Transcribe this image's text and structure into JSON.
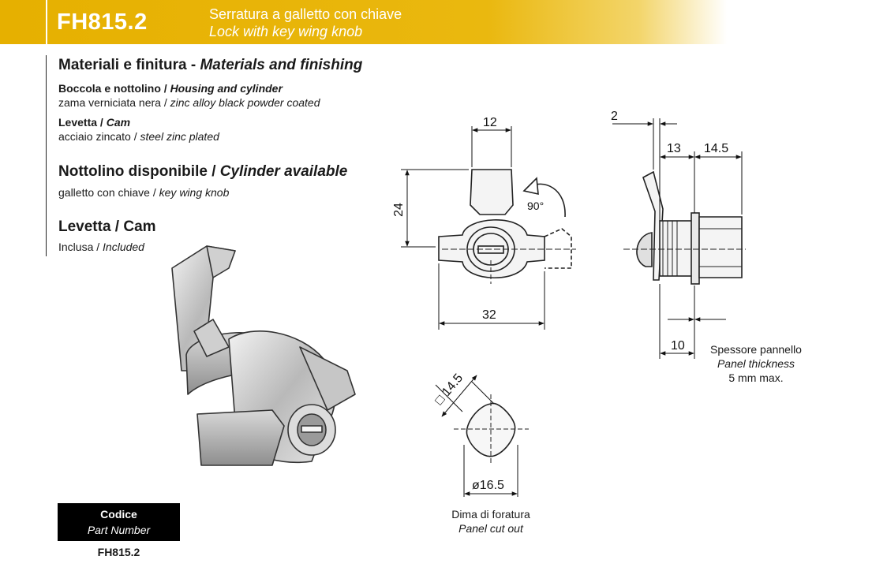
{
  "header": {
    "code": "FH815.2",
    "title_it": "Serratura a galletto con chiave",
    "title_en": "Lock with key wing knob"
  },
  "materials": {
    "heading_it": "Materiali e finitura - ",
    "heading_en": "Materials and finishing",
    "housing_label_it": "Boccola e nottolino / ",
    "housing_label_en": "Housing and cylinder",
    "housing_value_it": "zama verniciata nera / ",
    "housing_value_en": "zinc alloy black powder coated",
    "cam_label_it": "Levetta / ",
    "cam_label_en": "Cam",
    "cam_value_it": "acciaio zincato / ",
    "cam_value_en": "steel zinc plated"
  },
  "cylinder": {
    "heading_it": "Nottolino disponibile / ",
    "heading_en": "Cylinder available",
    "value_it": "galletto con chiave / ",
    "value_en": "key wing knob"
  },
  "cam_section": {
    "heading": "Levetta / Cam",
    "value_it": "Inclusa / ",
    "value_en": "Included"
  },
  "part_number": {
    "label_it": "Codice",
    "label_en": "Part Number",
    "value": "FH815.2"
  },
  "front_view": {
    "dim_width_top": "12",
    "dim_height": "24",
    "rotation": "90°",
    "dim_width_bottom": "32"
  },
  "side_view": {
    "dim_2": "2",
    "dim_13": "13",
    "dim_14_5": "14.5",
    "dim_10": "10",
    "panel_it": "Spessore pannello",
    "panel_en": "Panel thickness",
    "panel_max": "5 mm max."
  },
  "cutout": {
    "dim_square": "□ 14.5",
    "dim_diameter": "ø16.5",
    "label_it": "Dima di foratura",
    "label_en": "Panel cut out"
  },
  "colors": {
    "header": "#e6b000",
    "part_box": "#000000"
  }
}
